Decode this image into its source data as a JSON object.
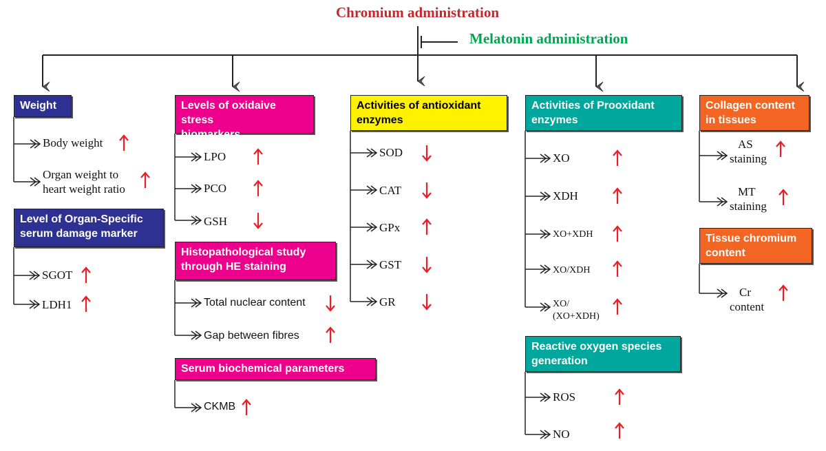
{
  "title": {
    "text": "Chromium administration",
    "color": "#c1272d"
  },
  "inhibitor": {
    "text": "Melatonin administration",
    "color": "#00a651"
  },
  "colors": {
    "navy": "#2e3192",
    "magenta": "#ec008c",
    "yellow": "#fff200",
    "teal": "#00a79d",
    "orange": "#f26522",
    "arrow_up": "#ed1c24",
    "arrow_down": "#ed1c24"
  },
  "boxes": {
    "weight": "Weight",
    "organ_specific": [
      "Level of Organ-Specific",
      "serum damage marker"
    ],
    "oxidative": [
      "Levels of oxidaive stress",
      "biomarkers"
    ],
    "histopath": [
      "Histopathological study",
      "through HE staining"
    ],
    "serum_biochem": "Serum biochemical parameters",
    "antioxidant": [
      "Activities of  antioxidant",
      "enzymes"
    ],
    "prooxidant": [
      "Activities of  Prooxidant",
      "enzymes"
    ],
    "ros_gen": [
      "Reactive oxygen species",
      "generation"
    ],
    "collagen": [
      "Collagen content",
      "in tissues"
    ],
    "tissue_cr": [
      "Tissue chromium",
      "content"
    ]
  },
  "items": {
    "body_weight": {
      "label": "Body weight",
      "direction": "up"
    },
    "organ_weight": {
      "label": [
        "Organ weight to",
        "heart weight ratio"
      ],
      "direction": "up"
    },
    "sgot": {
      "label": "SGOT",
      "direction": "up"
    },
    "ldh1": {
      "label": "LDH1",
      "direction": "up"
    },
    "lpo": {
      "label": "LPO",
      "direction": "up"
    },
    "pco": {
      "label": "PCO",
      "direction": "up"
    },
    "gsh": {
      "label": "GSH",
      "direction": "down"
    },
    "total_nuclear": {
      "label": "Total nuclear content",
      "direction": "down"
    },
    "gap_fibres": {
      "label": "Gap between fibres",
      "direction": "up"
    },
    "ckmb": {
      "label": "CKMB",
      "direction": "up"
    },
    "sod": {
      "label": "SOD",
      "direction": "down"
    },
    "cat": {
      "label": "CAT",
      "direction": "down"
    },
    "gpx": {
      "label": "GPx",
      "direction": "up"
    },
    "gst": {
      "label": "GST",
      "direction": "down"
    },
    "gr": {
      "label": "GR",
      "direction": "down"
    },
    "xo": {
      "label": "XO",
      "direction": "up"
    },
    "xdh": {
      "label": "XDH",
      "direction": "up"
    },
    "xo_plus_xdh": {
      "label": "XO+XDH",
      "direction": "up"
    },
    "xo_div_xdh": {
      "label": "XO/XDH",
      "direction": "up"
    },
    "xo_ratio": {
      "label": [
        "XO/",
        "(XO+XDH)"
      ],
      "direction": "up"
    },
    "ros": {
      "label": "ROS",
      "direction": "up"
    },
    "no": {
      "label": "NO",
      "direction": "up"
    },
    "as_staining": {
      "label": [
        "AS",
        "staining"
      ],
      "direction": "up"
    },
    "mt_staining": {
      "label": [
        "MT",
        "staining"
      ],
      "direction": "up"
    },
    "cr_content": {
      "label": [
        "Cr",
        "content"
      ],
      "direction": "up"
    }
  }
}
